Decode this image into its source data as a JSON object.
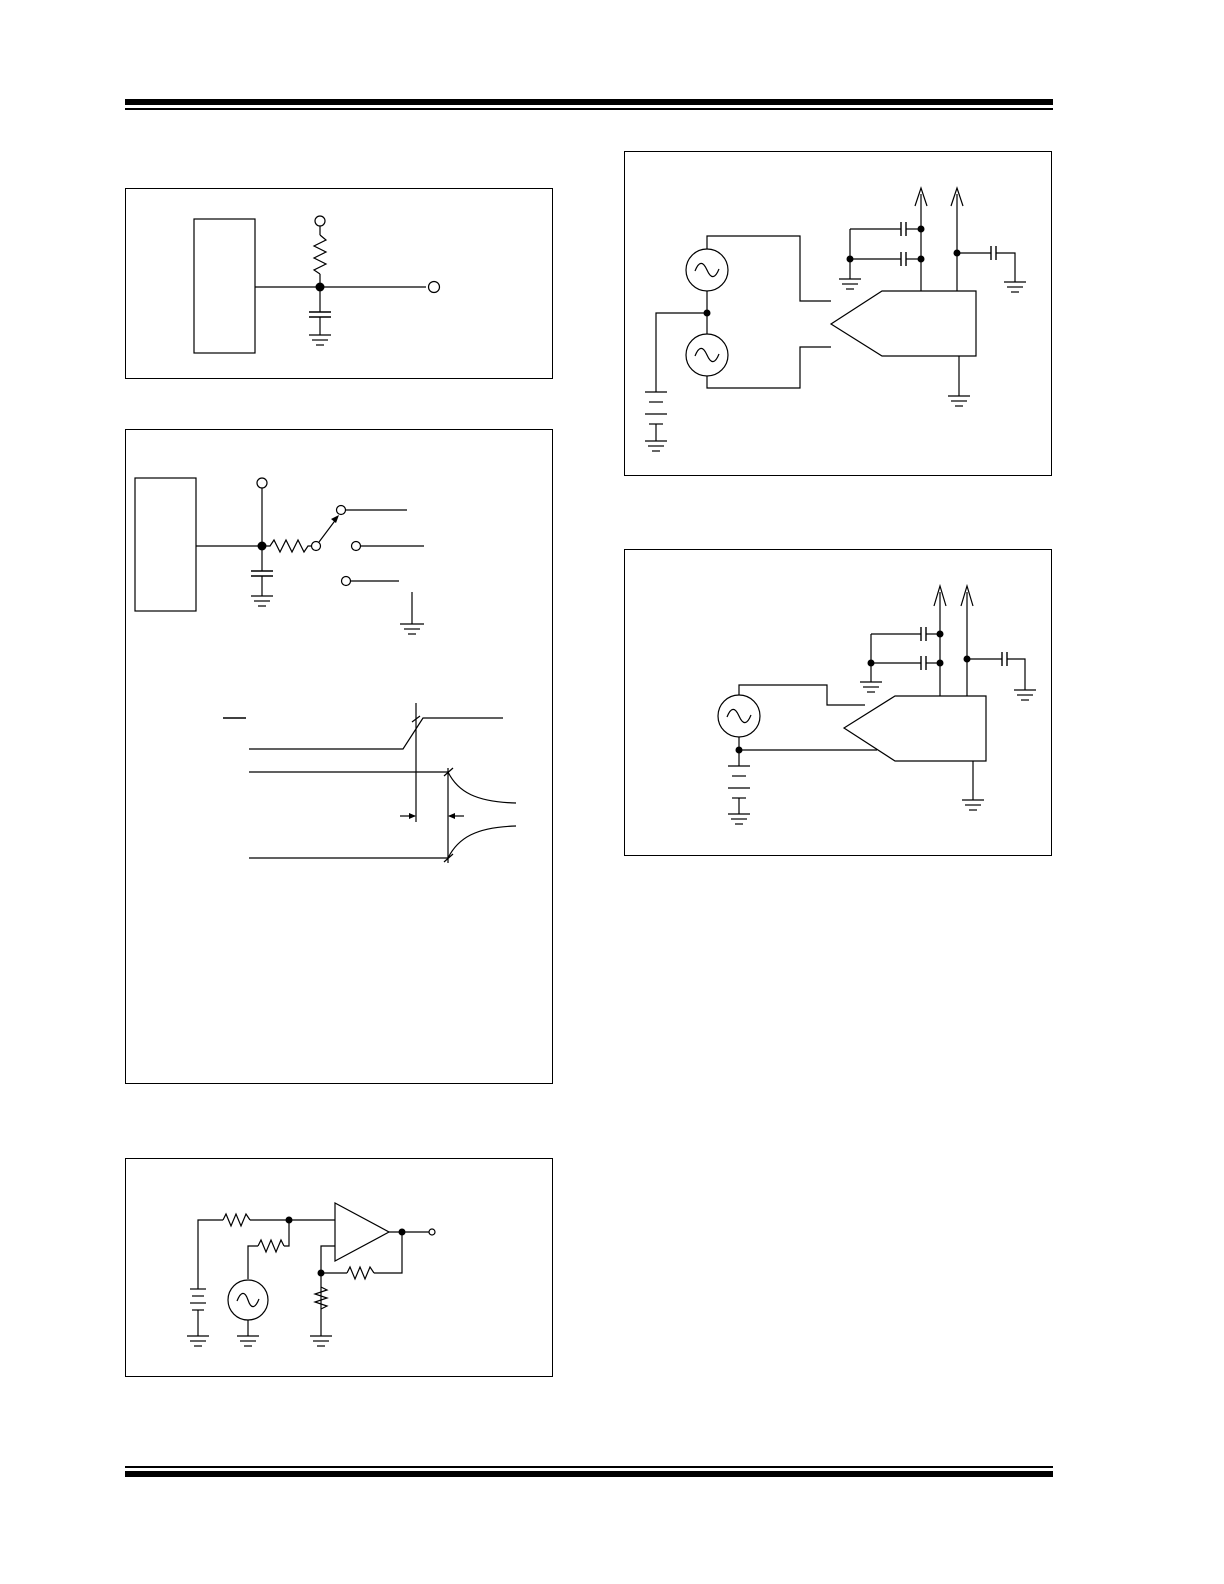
{
  "page": {
    "background": "#ffffff",
    "ink": "#000000"
  },
  "figures": [
    {
      "id": "fig-rc-input",
      "components": [
        "resistor-icon",
        "capacitor-icon",
        "ground-icon",
        "terminal-icon"
      ]
    },
    {
      "id": "fig-switch-timing",
      "components": [
        "resistor-icon",
        "capacitor-icon",
        "switch-icon",
        "ground-icon",
        "terminal-icon",
        "timing-waveform"
      ]
    },
    {
      "id": "fig-opamp-summing",
      "components": [
        "opamp-icon",
        "resistor-icon",
        "battery-icon",
        "ac-source-icon",
        "ground-icon"
      ]
    },
    {
      "id": "fig-diff-two-source",
      "components": [
        "diff-amp-icon",
        "ac-source-icon",
        "battery-icon",
        "capacitor-icon",
        "ground-icon",
        "supply-arrow-icon"
      ]
    },
    {
      "id": "fig-diff-single-source",
      "components": [
        "diff-amp-icon",
        "ac-source-icon",
        "battery-icon",
        "capacitor-icon",
        "ground-icon",
        "supply-arrow-icon"
      ]
    }
  ]
}
